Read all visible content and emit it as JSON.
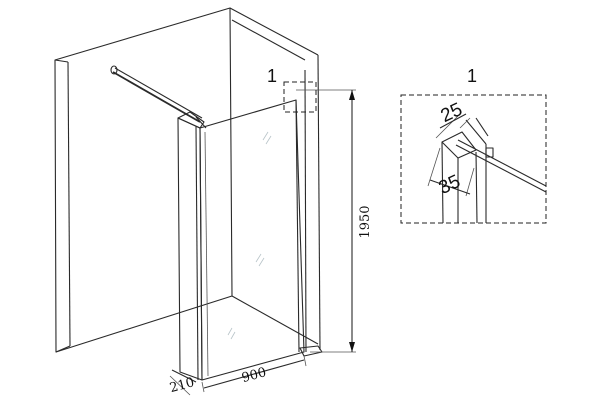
{
  "detail_label": "1",
  "detail_marker_label": "1",
  "dimensions": {
    "height": "1950",
    "width": "900",
    "depth": "210",
    "detail_width": "25",
    "detail_depth": "35"
  }
}
